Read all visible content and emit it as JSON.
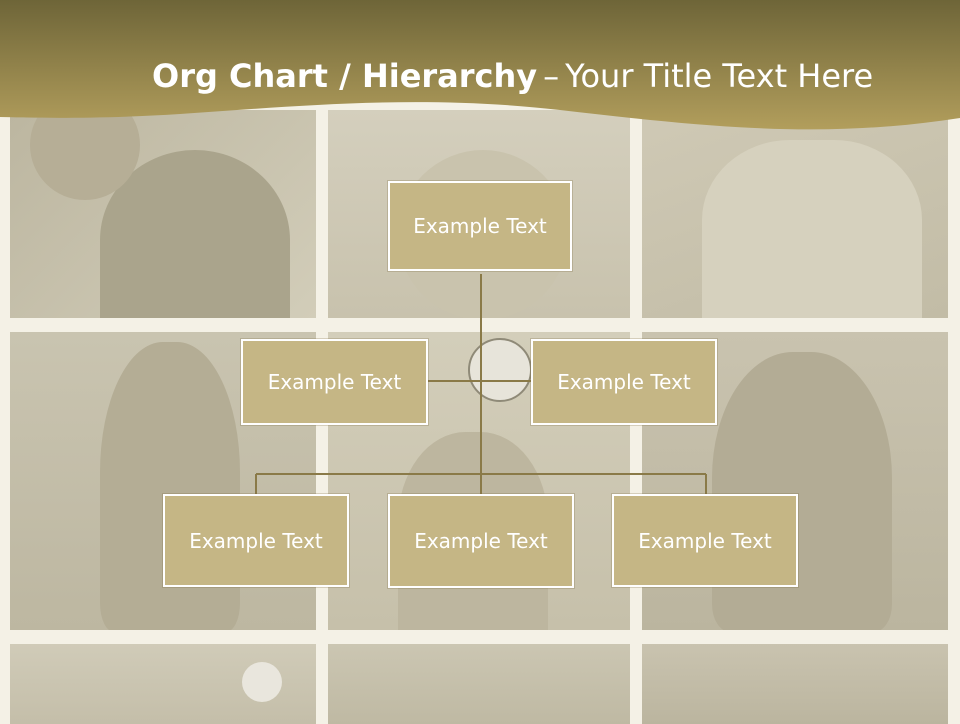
{
  "slide": {
    "title_bold": "Org Chart / Hierarchy",
    "title_dash": "–",
    "title_rest": "Your Title Text Here"
  },
  "colors": {
    "banner_dark": "#6e6538",
    "banner_light": "#b29e5c",
    "node_fill": "#c5b685",
    "node_border": "#ffffff",
    "connector": "#8a7a48",
    "tile_base": "#cdc8b4"
  },
  "org_chart": {
    "root": {
      "label": "Example Text"
    },
    "assistants": [
      {
        "label": "Example Text"
      },
      {
        "label": "Example Text"
      }
    ],
    "children": [
      {
        "label": "Example Text"
      },
      {
        "label": "Example Text"
      },
      {
        "label": "Example Text"
      }
    ]
  }
}
